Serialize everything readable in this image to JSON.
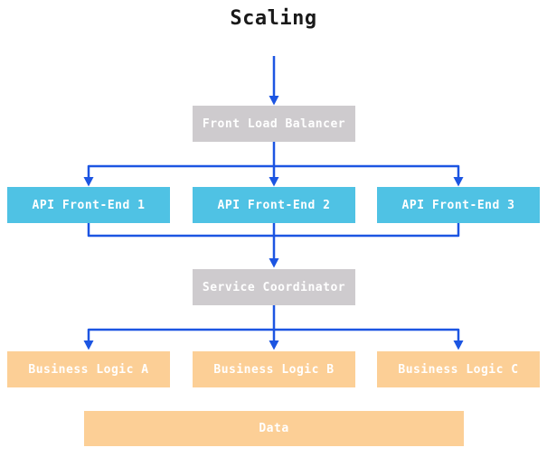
{
  "title": "Scaling",
  "colors": {
    "arrow": "#1c55e2",
    "node_gray": "#cecbce",
    "node_cyan": "#4fc2e4",
    "node_orange": "#fccf96",
    "node_text": "#ffffff",
    "title_text": "#1a1a1a",
    "background": "#ffffff"
  },
  "nodes": {
    "front_load_balancer": {
      "label": "Front Load Balancer"
    },
    "api_front_ends": [
      {
        "label": "API Front-End 1"
      },
      {
        "label": "API Front-End 2"
      },
      {
        "label": "API Front-End 3"
      }
    ],
    "service_coordinator": {
      "label": "Service Coordinator"
    },
    "business_logic": [
      {
        "label": "Business Logic A"
      },
      {
        "label": "Business Logic B"
      },
      {
        "label": "Business Logic C"
      }
    ],
    "data_store": {
      "label": "Data"
    }
  }
}
